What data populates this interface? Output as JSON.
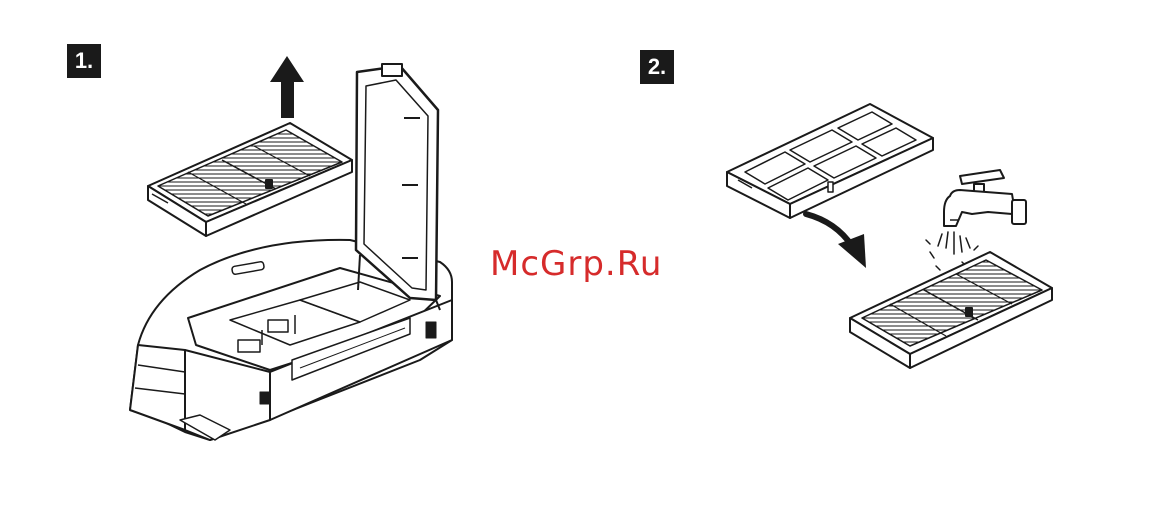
{
  "steps": [
    {
      "label": "1."
    },
    {
      "label": "2."
    }
  ],
  "watermark": {
    "text": "McGrp.Ru",
    "color": "#d62b2b"
  },
  "icons": [
    "up-arrow-icon",
    "curved-arrow-icon",
    "faucet-icon",
    "water-splash-icon"
  ],
  "colors": {
    "line": "#1a1a1a",
    "background": "#ffffff"
  }
}
